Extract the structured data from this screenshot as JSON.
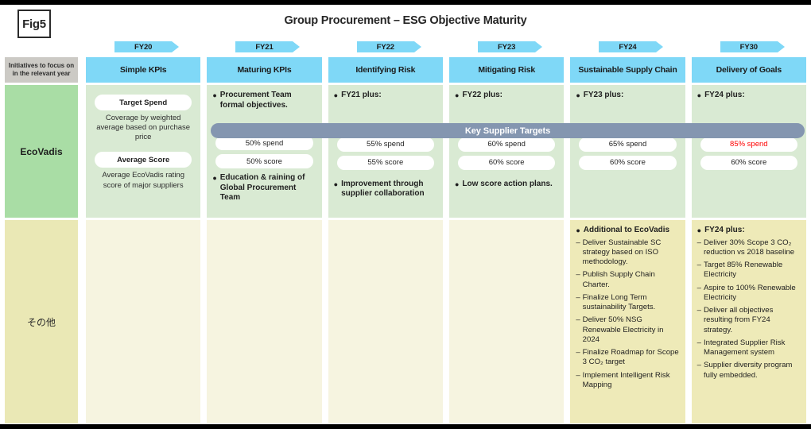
{
  "figure": {
    "tag": "Fig5",
    "title": "Group Procurement – ESG Objective Maturity"
  },
  "columns": {
    "row_label_header": "Initiatives to focus on in the  relevant year",
    "years": [
      "FY20",
      "FY21",
      "FY22",
      "FY23",
      "FY24",
      "FY30"
    ],
    "stages": [
      "Simple KPIs",
      "Maturing KPIs",
      "Identifying Risk",
      "Mitigating Risk",
      "Sustainable Supply Chain",
      "Delivery of Goals"
    ]
  },
  "ribbon": {
    "label": "Key Supplier Targets"
  },
  "rows": [
    {
      "label": "EcoVadis",
      "cells": [
        {
          "pills": [
            {
              "text": "Target Spend",
              "style": "bold"
            },
            {
              "text": "Average Score",
              "style": "bold"
            }
          ],
          "captions": [
            "Coverage by weighted average based on purchase price",
            "Average EcoVadis rating score of major suppliers"
          ]
        },
        {
          "top_bullets": [
            "Procurement Team formal objectives."
          ],
          "targets": [
            "50% spend",
            "50% score"
          ],
          "bottom_bullets": [
            "Education & raining of Global Procurement Team"
          ]
        },
        {
          "top_bullets": [
            "FY21 plus:"
          ],
          "targets": [
            "55% spend",
            "55% score"
          ],
          "bottom_bullets": [
            "Improvement  through supplier collaboration"
          ]
        },
        {
          "top_bullets": [
            "FY22 plus:"
          ],
          "targets": [
            "60% spend",
            "60% score"
          ],
          "bottom_bullets": [
            "Low score action plans."
          ]
        },
        {
          "top_bullets": [
            "FY23 plus:"
          ],
          "targets": [
            "65% spend",
            "60% score"
          ],
          "bottom_bullets": []
        },
        {
          "top_bullets": [
            "FY24 plus:"
          ],
          "targets": [
            "85% spend",
            "60% score"
          ],
          "target_alert_index": 0,
          "bottom_bullets": []
        }
      ]
    },
    {
      "label": "その他",
      "cells": [
        {
          "bullet": "",
          "items": []
        },
        {
          "bullet": "",
          "items": []
        },
        {
          "bullet": "",
          "items": []
        },
        {
          "bullet": "",
          "items": []
        },
        {
          "bullet": "Additional    to EcoVadis",
          "items": [
            "Deliver Sustainable SC strategy based on ISO methodology.",
            "Publish Supply Chain Charter.",
            "Finalize Long Term sustainability Targets.",
            "Deliver 50% NSG Renewable Electricity in 2024",
            "Finalize Roadmap for Scope 3 CO₂ target",
            "Implement Intelligent Risk Mapping"
          ]
        },
        {
          "bullet": "FY24 plus:",
          "items": [
            "Deliver 30% Scope 3 CO₂ reduction vs  2018 baseline",
            "Target 85% Renewable Electricity",
            "Aspire to 100% Renewable Electricity",
            "Deliver all objectives resulting from FY24 strategy.",
            "Integrated Supplier Risk Management system",
            "Supplier diversity program fully embedded."
          ]
        }
      ]
    }
  ],
  "colors": {
    "accent_blue": "#7fd8f7",
    "ribbon_slate": "#8496b0",
    "label_green": "#a9dda5",
    "cell_green": "#d9ead3",
    "label_yellow": "#eae8b5",
    "cell_yellow": "#f6f4e0",
    "cell_yellow_filled": "#eeeab8",
    "header_gray": "#cccac5",
    "alert_red": "#ff0000"
  }
}
